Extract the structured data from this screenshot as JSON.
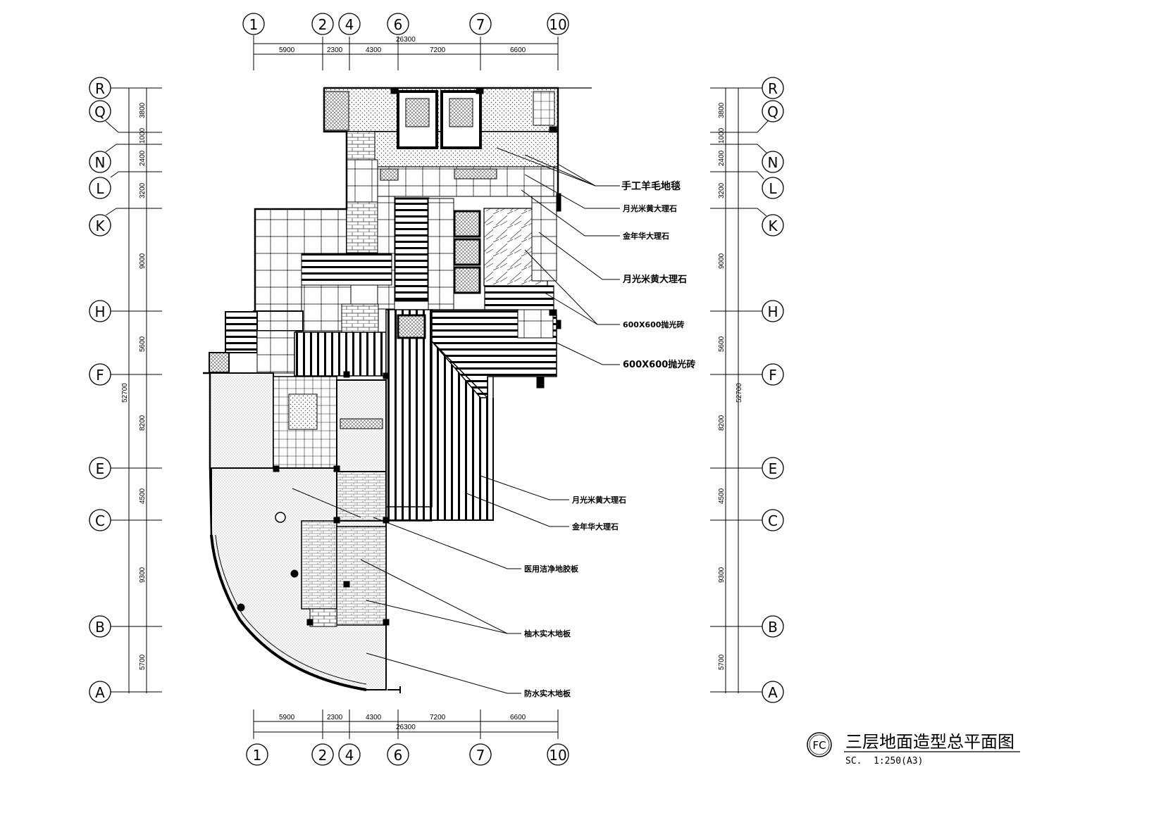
{
  "drawing": {
    "title": "三层地面造型总平面图",
    "badge": "FC",
    "scale_prefix": "SC.",
    "scale": "1:250(A3)"
  },
  "axes": {
    "columns": [
      "1",
      "2",
      "4",
      "6",
      "7",
      "10"
    ],
    "rows": [
      "R",
      "Q",
      "N",
      "L",
      "K",
      "H",
      "F",
      "E",
      "C",
      "B",
      "A"
    ]
  },
  "dimensions": {
    "column_spans": [
      "5900",
      "2300",
      "4300",
      "7200",
      "6600"
    ],
    "column_total": "26300",
    "row_spans": [
      "3800",
      "1000",
      "2400",
      "3200",
      "9000",
      "5600",
      "8200",
      "4500",
      "9300",
      "5700"
    ],
    "row_total": "52700"
  },
  "annotations": [
    "手工羊毛地毯",
    "月光米黄大理石",
    "金年华大理石",
    "月光米黄大理石",
    "600X600抛光砖",
    "600X600抛光砖",
    "月光米黄大理石",
    "金年华大理石",
    "医用洁净地胶板",
    "柚木实木地板",
    "防水实木地板"
  ]
}
